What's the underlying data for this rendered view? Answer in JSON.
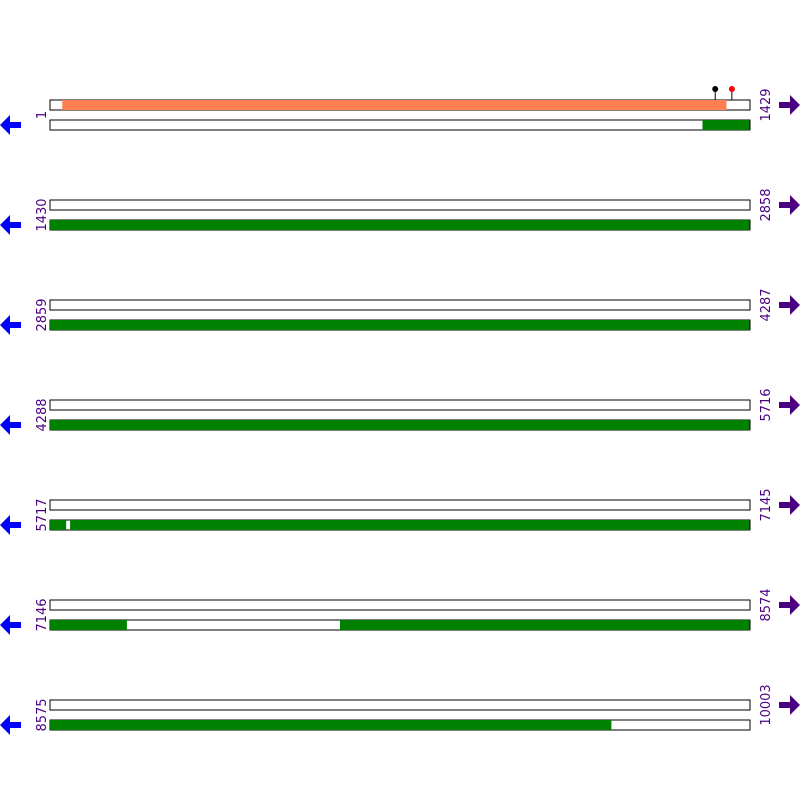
{
  "colors": {
    "text": "#4b0082",
    "prev_arrow": "#0000ff",
    "next_arrow": "#4b0082",
    "feature": "#008000",
    "orf": "#ff7f50",
    "site_a": "#000000",
    "site_b": "#ff0000"
  },
  "icons": {
    "prev": "left-arrow-icon",
    "next": "right-arrow-icon",
    "site": "lollipop-marker-icon"
  },
  "rows": [
    {
      "start": "1",
      "end": "1429",
      "from": 1,
      "to": 1429,
      "top": [
        {
          "from": 26,
          "to": 1382
        }
      ],
      "bottom": [
        {
          "from": 1333,
          "to": 1429
        }
      ],
      "markers": [
        {
          "pos": 1359,
          "color": "#000000"
        },
        {
          "pos": 1393,
          "color": "#ff0000"
        }
      ]
    },
    {
      "start": "1430",
      "end": "2858",
      "from": 1430,
      "to": 2858,
      "top": [],
      "bottom": [
        {
          "from": 1430,
          "to": 2858
        }
      ],
      "markers": []
    },
    {
      "start": "2859",
      "end": "4287",
      "from": 2859,
      "to": 4287,
      "top": [],
      "bottom": [
        {
          "from": 2859,
          "to": 4287
        }
      ],
      "markers": []
    },
    {
      "start": "4288",
      "end": "5716",
      "from": 4288,
      "to": 5716,
      "top": [],
      "bottom": [
        {
          "from": 4288,
          "to": 5716
        }
      ],
      "markers": []
    },
    {
      "start": "5717",
      "end": "7145",
      "from": 5717,
      "to": 7145,
      "top": [],
      "bottom": [
        {
          "from": 5717,
          "to": 5750
        },
        {
          "from": 5758,
          "to": 7145
        }
      ],
      "markers": []
    },
    {
      "start": "7146",
      "end": "8574",
      "from": 7146,
      "to": 8574,
      "top": [],
      "bottom": [
        {
          "from": 7146,
          "to": 7303
        },
        {
          "from": 7738,
          "to": 8574
        }
      ],
      "markers": []
    },
    {
      "start": "8575",
      "end": "10003",
      "from": 8575,
      "to": 10003,
      "top": [],
      "bottom": [
        {
          "from": 8575,
          "to": 9721
        }
      ],
      "markers": []
    }
  ]
}
